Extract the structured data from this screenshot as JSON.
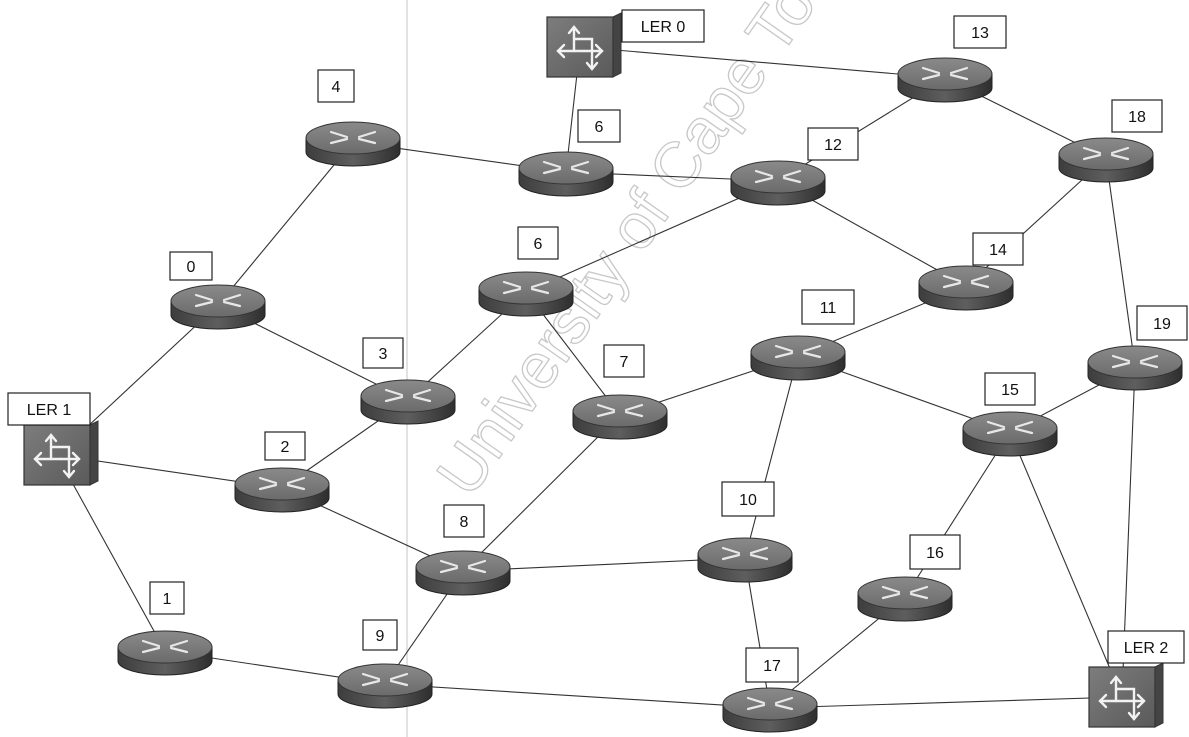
{
  "watermark": "University of Cape Town",
  "routers": [
    {
      "id": "0",
      "label": "0"
    },
    {
      "id": "1",
      "label": "1"
    },
    {
      "id": "2",
      "label": "2"
    },
    {
      "id": "3",
      "label": "3"
    },
    {
      "id": "4",
      "label": "4"
    },
    {
      "id": "5",
      "label": "6"
    },
    {
      "id": "6",
      "label": "6"
    },
    {
      "id": "7",
      "label": "7"
    },
    {
      "id": "8",
      "label": "8"
    },
    {
      "id": "9",
      "label": "9"
    },
    {
      "id": "10",
      "label": "10"
    },
    {
      "id": "11",
      "label": "11"
    },
    {
      "id": "12",
      "label": "12"
    },
    {
      "id": "13",
      "label": "13"
    },
    {
      "id": "14",
      "label": "14"
    },
    {
      "id": "15",
      "label": "15"
    },
    {
      "id": "16",
      "label": "16"
    },
    {
      "id": "17",
      "label": "17"
    },
    {
      "id": "18",
      "label": "18"
    },
    {
      "id": "19",
      "label": "19"
    }
  ],
  "edge_routers": [
    {
      "id": "LER0",
      "label": "LER 0"
    },
    {
      "id": "LER1",
      "label": "LER 1"
    },
    {
      "id": "LER2",
      "label": "LER 2"
    }
  ],
  "links": [
    [
      "LER1",
      "0"
    ],
    [
      "LER1",
      "2"
    ],
    [
      "LER1",
      "1"
    ],
    [
      "0",
      "4"
    ],
    [
      "0",
      "3"
    ],
    [
      "4",
      "5"
    ],
    [
      "5",
      "LER0"
    ],
    [
      "5",
      "12"
    ],
    [
      "LER0",
      "13"
    ],
    [
      "12",
      "13"
    ],
    [
      "12",
      "6"
    ],
    [
      "12",
      "14"
    ],
    [
      "13",
      "18"
    ],
    [
      "18",
      "14"
    ],
    [
      "18",
      "19"
    ],
    [
      "6",
      "3"
    ],
    [
      "6",
      "7"
    ],
    [
      "3",
      "2"
    ],
    [
      "2",
      "8"
    ],
    [
      "7",
      "8"
    ],
    [
      "7",
      "11"
    ],
    [
      "11",
      "14"
    ],
    [
      "11",
      "10"
    ],
    [
      "11",
      "15"
    ],
    [
      "15",
      "19"
    ],
    [
      "15",
      "16"
    ],
    [
      "15",
      "LER2"
    ],
    [
      "19",
      "LER2"
    ],
    [
      "8",
      "10"
    ],
    [
      "8",
      "9"
    ],
    [
      "10",
      "17"
    ],
    [
      "1",
      "9"
    ],
    [
      "9",
      "17"
    ],
    [
      "17",
      "16"
    ],
    [
      "17",
      "LER2"
    ]
  ]
}
